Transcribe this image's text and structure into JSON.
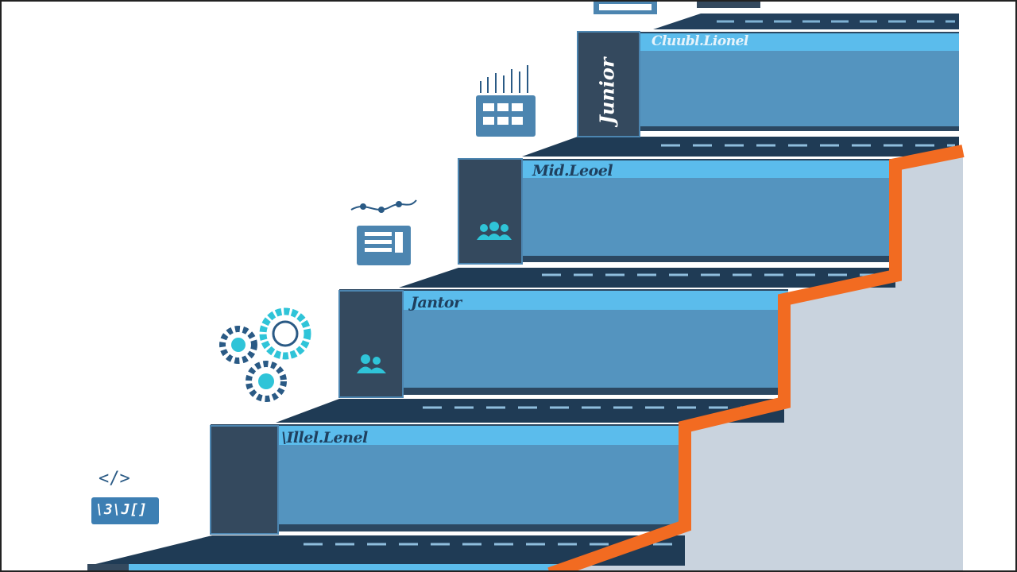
{
  "steps": [
    {
      "label": "\\Illel.Lenel"
    },
    {
      "label": "Jantor"
    },
    {
      "label": "Mid.Leoel"
    },
    {
      "label": "Cluubl.Lionel"
    }
  ],
  "door_label": "Junior",
  "icons": {
    "code_tag": "</>",
    "code_badge": "\\3\\J[]",
    "gears": "gears-icon",
    "document": "document-icon",
    "network": "network-icon",
    "team": "team-icon",
    "chart": "chart-icon"
  },
  "colors": {
    "riser_dark": "#2b4761",
    "step_top_light": "#5bbcec",
    "step_face": "#5494bf",
    "tread_dark": "#1f3b55",
    "door": "#34495e",
    "accent_orange": "#f26b21",
    "accent_cyan": "#2fc4d8",
    "wall_grey": "#c9d3de"
  }
}
